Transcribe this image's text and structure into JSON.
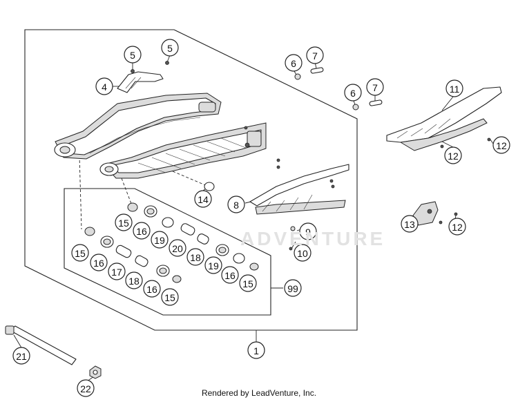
{
  "diagram": {
    "callouts": [
      {
        "id": "c1",
        "label": "1"
      },
      {
        "id": "c4",
        "label": "4"
      },
      {
        "id": "c5a",
        "label": "5"
      },
      {
        "id": "c5b",
        "label": "5"
      },
      {
        "id": "c6a",
        "label": "6"
      },
      {
        "id": "c7a",
        "label": "7"
      },
      {
        "id": "c6b",
        "label": "6"
      },
      {
        "id": "c7b",
        "label": "7"
      },
      {
        "id": "c8",
        "label": "8"
      },
      {
        "id": "c9",
        "label": "9"
      },
      {
        "id": "c10",
        "label": "10"
      },
      {
        "id": "c11",
        "label": "11"
      },
      {
        "id": "c12a",
        "label": "12"
      },
      {
        "id": "c12b",
        "label": "12"
      },
      {
        "id": "c12c",
        "label": "12"
      },
      {
        "id": "c13",
        "label": "13"
      },
      {
        "id": "c14",
        "label": "14"
      },
      {
        "id": "c15a",
        "label": "15"
      },
      {
        "id": "c16a",
        "label": "16"
      },
      {
        "id": "c19a",
        "label": "19"
      },
      {
        "id": "c20",
        "label": "20"
      },
      {
        "id": "c15b",
        "label": "15"
      },
      {
        "id": "c16b",
        "label": "16"
      },
      {
        "id": "c17",
        "label": "17"
      },
      {
        "id": "c18a",
        "label": "18"
      },
      {
        "id": "c18b",
        "label": "18"
      },
      {
        "id": "c19b",
        "label": "19"
      },
      {
        "id": "c16c",
        "label": "16"
      },
      {
        "id": "c15c",
        "label": "15"
      },
      {
        "id": "c16d",
        "label": "16"
      },
      {
        "id": "c15d",
        "label": "15"
      },
      {
        "id": "c99",
        "label": "99"
      },
      {
        "id": "c21",
        "label": "21"
      },
      {
        "id": "c22",
        "label": "22"
      }
    ]
  },
  "watermark": "ADVENTURE",
  "footer": "Rendered by LeadVenture, Inc."
}
